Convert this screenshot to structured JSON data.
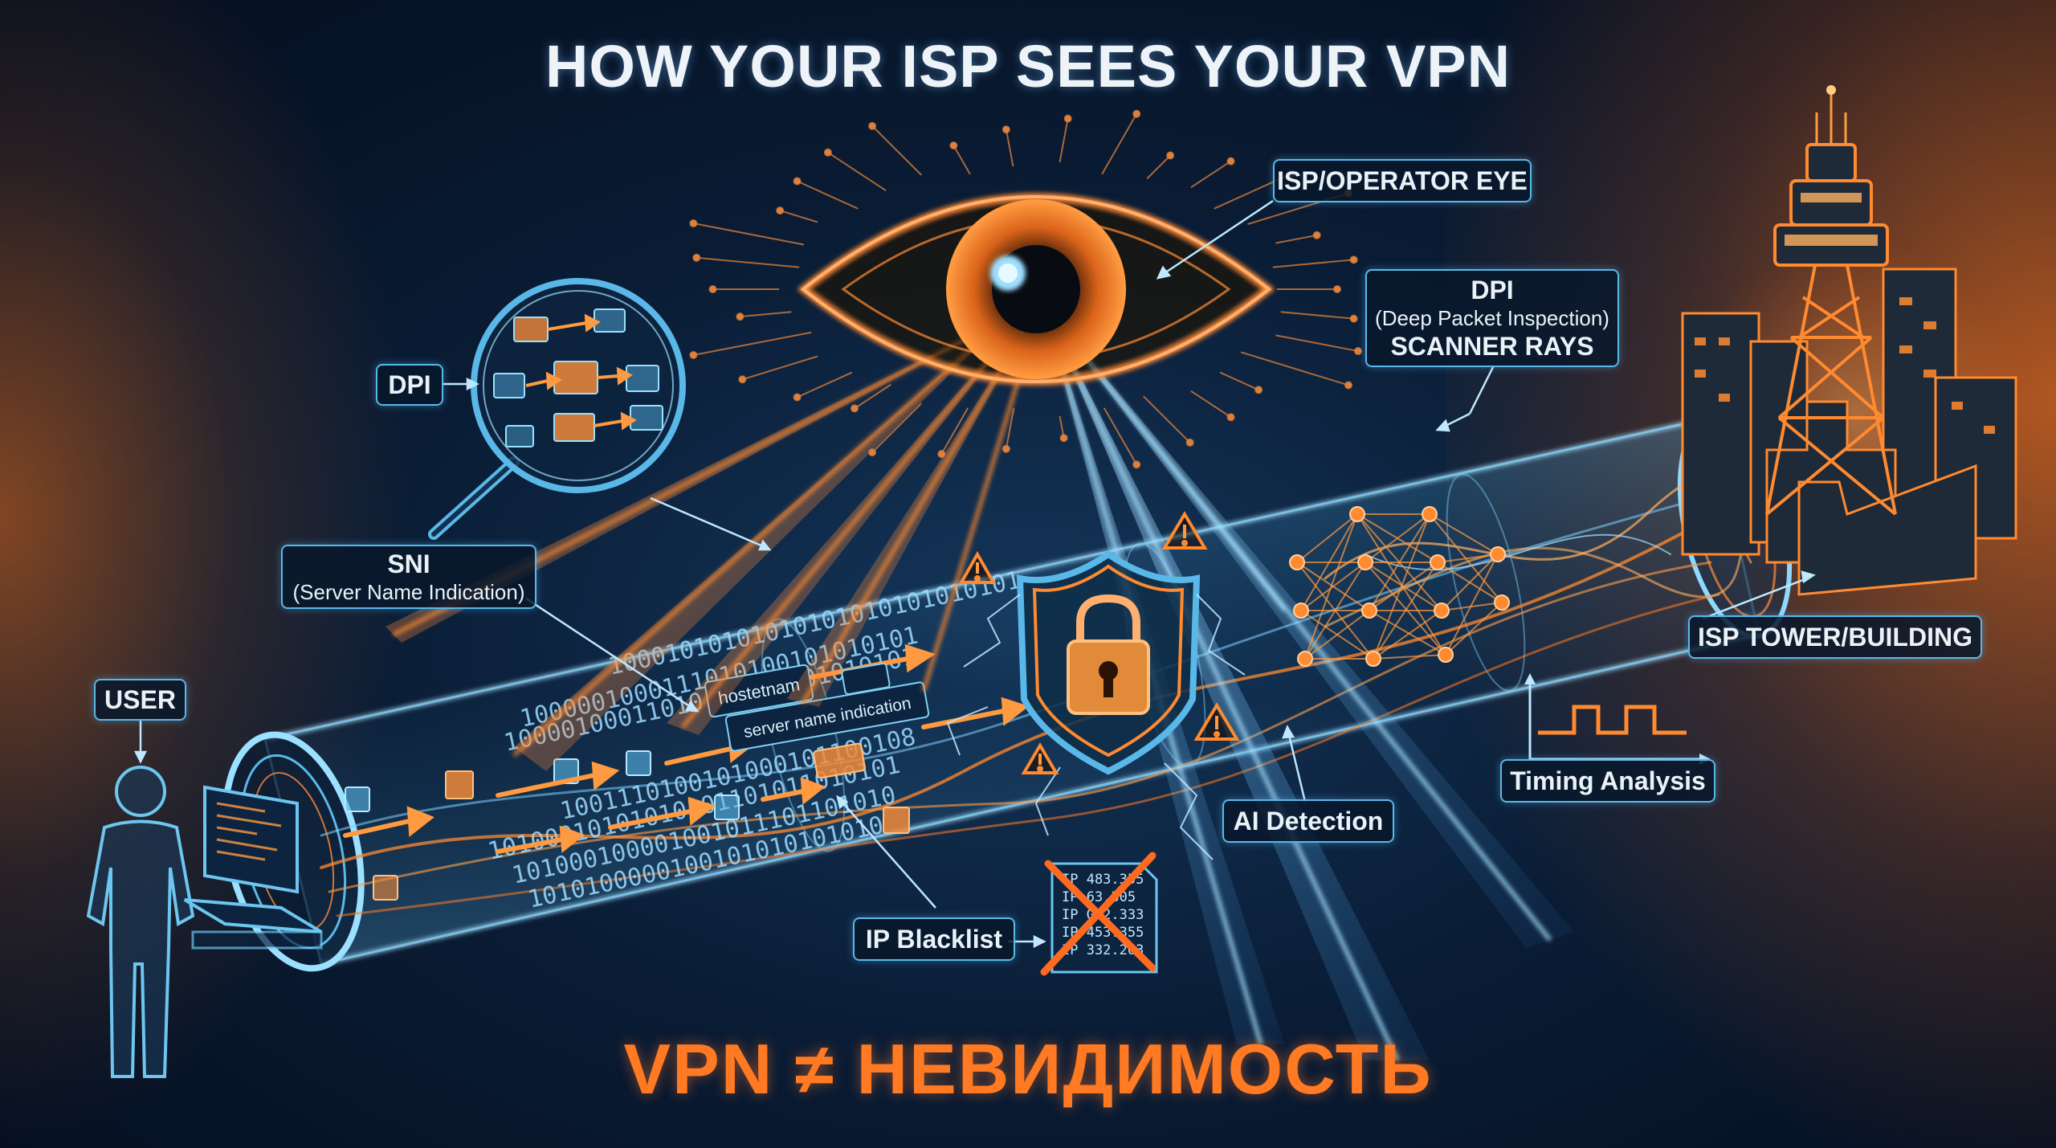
{
  "header": {
    "title": "HOW YOUR ISP SEES YOUR VPN"
  },
  "footer": {
    "title": "VPN ≠ НЕВИДИМОСТЬ"
  },
  "labels": {
    "user": "USER",
    "dpi_left": "DPI",
    "isp_eye": "ISP/OPERATOR EYE",
    "dpi_rays_title": "DPI",
    "dpi_rays_sub": "(Deep Packet Inspection)",
    "dpi_rays_main": "SCANNER RAYS",
    "sni_title": "SNI",
    "sni_sub": "(Server Name Indication)",
    "isp_tower": "ISP TOWER/BUILDING",
    "timing": "Timing Analysis",
    "ai_detection": "AI Detection",
    "ip_blacklist": "IP Blacklist"
  },
  "tunnel": {
    "packet_hostname": "hostetnam",
    "packet_sni": "server name indication",
    "binary_rows": [
      "10001010101010101010101010101",
      "1000001000111010100101010101",
      "10000100011010 10100101010101",
      "1001110100101000101100108",
      "10100010101010101101011010101",
      "101000100001001011101101010",
      "1010100000100101010101010"
    ]
  },
  "blacklist_doc": {
    "lines": [
      "IP 483.355",
      "IP 63.305",
      "IP G02.333",
      "IP 453.355",
      "IP 332.203"
    ]
  },
  "colors": {
    "accent_orange": "#ff7a22",
    "accent_blue": "#5ab8e8",
    "background": "#0a1d36"
  },
  "icons": [
    "eye-icon",
    "shield-lock-icon",
    "warning-icon",
    "magnifier-icon",
    "neural-network-icon",
    "tower-icon",
    "user-silhouette-icon",
    "computer-icon",
    "document-icon",
    "cross-icon",
    "waveform-icon"
  ]
}
